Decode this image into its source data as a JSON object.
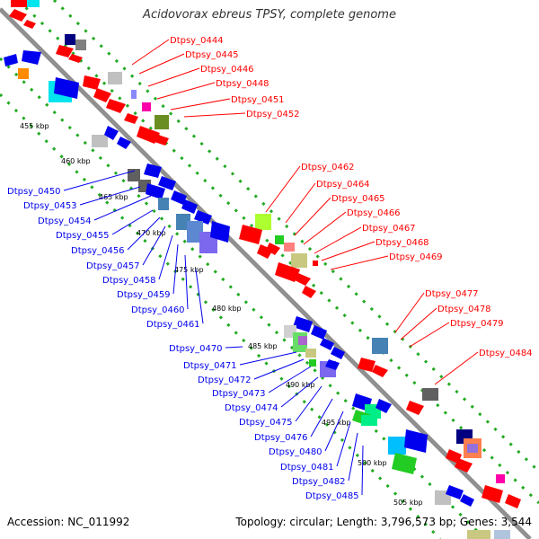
{
  "header": {
    "title": "Acidovorax ebreus TPSY, complete genome"
  },
  "footer": {
    "accession": "Accession: NC_011992",
    "topology": "Topology: circular; Length: 3,796,573 bp; Genes: 3,544"
  },
  "colors": {
    "forward_gene": "#ff0000",
    "reverse_gene": "#0000ee",
    "backbone": "#909090",
    "dotted_track": "#22aa22"
  },
  "scale": {
    "ticks": [
      {
        "label": "455 kbp"
      },
      {
        "label": "460 kbp"
      },
      {
        "label": "465 kbp"
      },
      {
        "label": "470 kbp"
      },
      {
        "label": "475 kbp"
      },
      {
        "label": "480 kbp"
      },
      {
        "label": "485 kbp"
      },
      {
        "label": "490 kbp"
      },
      {
        "label": "495 kbp"
      },
      {
        "label": "500 kbp"
      },
      {
        "label": "505 kbp"
      }
    ]
  },
  "forward_labels": [
    "Dtpsy_0444",
    "Dtpsy_0445",
    "Dtpsy_0446",
    "Dtpsy_0448",
    "Dtpsy_0451",
    "Dtpsy_0452",
    "Dtpsy_0462",
    "Dtpsy_0464",
    "Dtpsy_0465",
    "Dtpsy_0466",
    "Dtpsy_0467",
    "Dtpsy_0468",
    "Dtpsy_0469",
    "Dtpsy_0477",
    "Dtpsy_0478",
    "Dtpsy_0479",
    "Dtpsy_0484"
  ],
  "reverse_labels": [
    "Dtpsy_0450",
    "Dtpsy_0453",
    "Dtpsy_0454",
    "Dtpsy_0455",
    "Dtpsy_0456",
    "Dtpsy_0457",
    "Dtpsy_0458",
    "Dtpsy_0459",
    "Dtpsy_0460",
    "Dtpsy_0461",
    "Dtpsy_0470",
    "Dtpsy_0471",
    "Dtpsy_0472",
    "Dtpsy_0473",
    "Dtpsy_0474",
    "Dtpsy_0475",
    "Dtpsy_0476",
    "Dtpsy_0480",
    "Dtpsy_0481",
    "Dtpsy_0482",
    "Dtpsy_0485"
  ]
}
